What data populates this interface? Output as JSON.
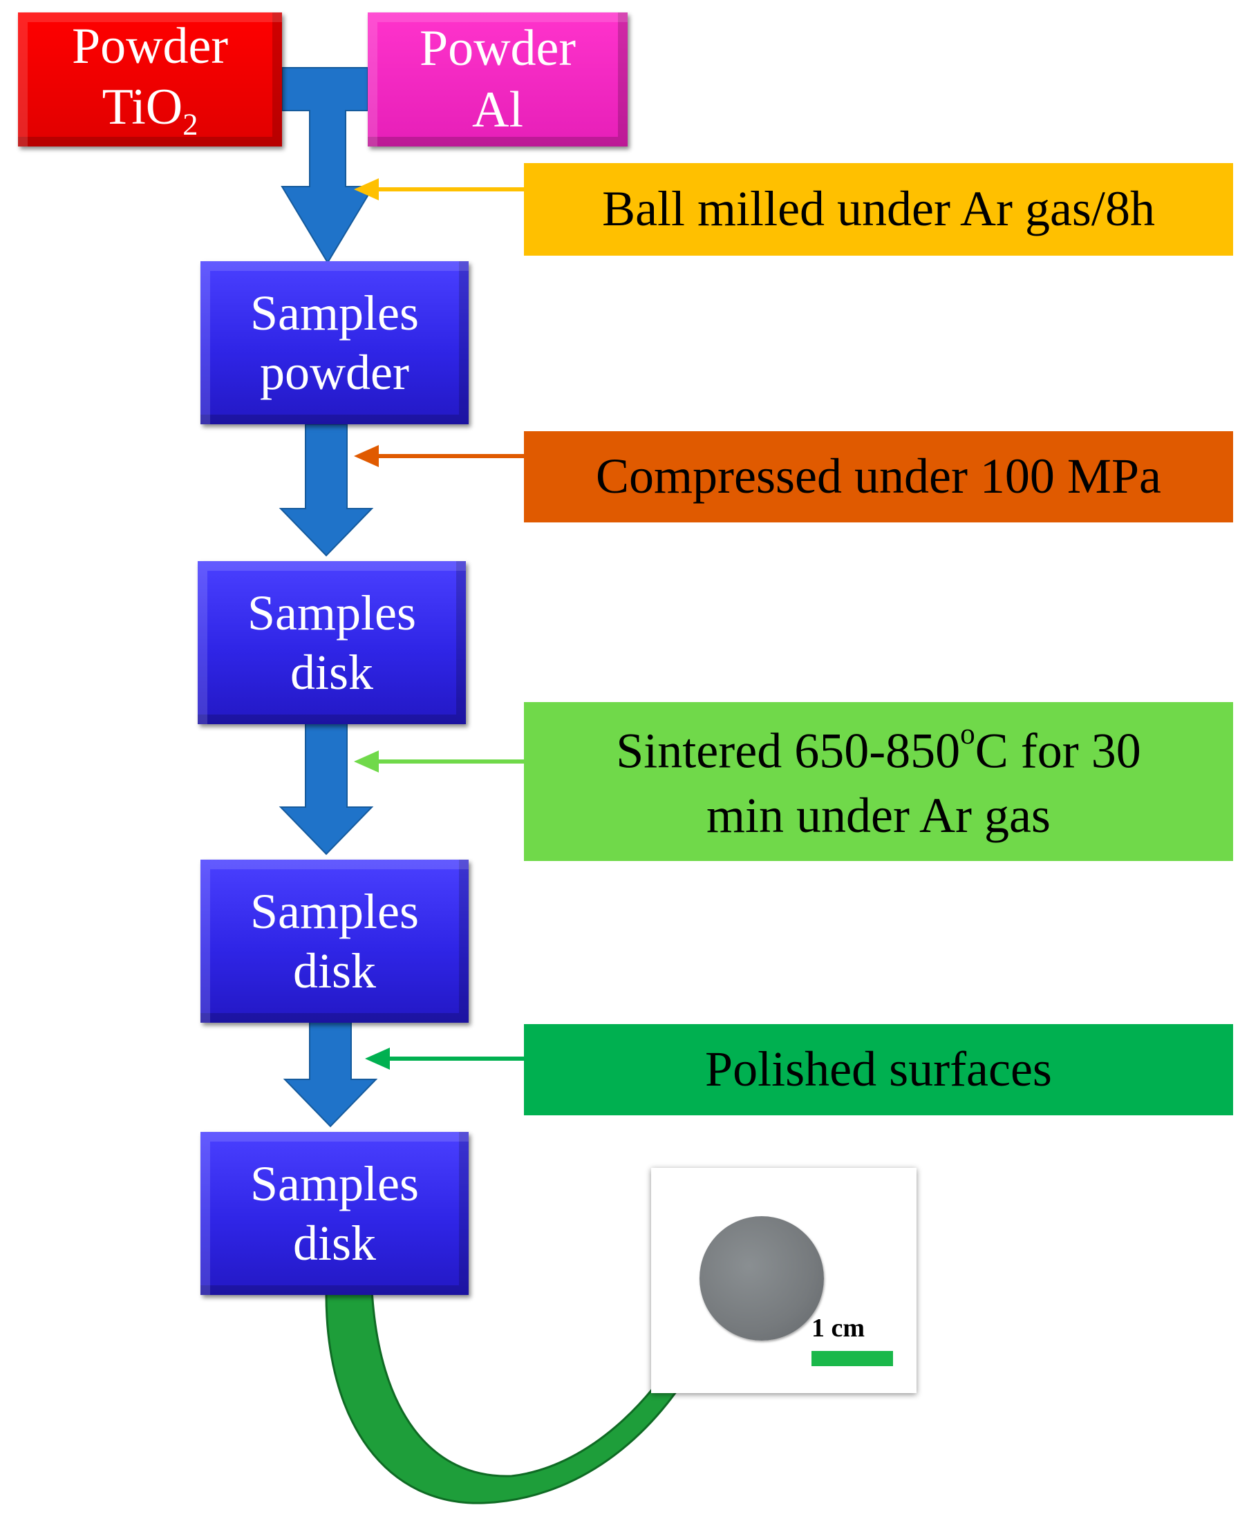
{
  "powder_tio2": {
    "line1": "Powder",
    "line2": "TiO",
    "line2_sub": "2",
    "color": "#ff0000"
  },
  "powder_al": {
    "line1": "Powder",
    "line2": "Al",
    "color": "#ff33cc"
  },
  "samples": [
    {
      "line1": "Samples",
      "line2": "powder"
    },
    {
      "line1": "Samples",
      "line2": "disk"
    },
    {
      "line1": "Samples",
      "line2": "disk"
    },
    {
      "line1": "Samples",
      "line2": "disk"
    }
  ],
  "steps": [
    {
      "line1": "Ball milled under Ar gas/8h",
      "color": "#ffc000"
    },
    {
      "line1": "Compressed under 100 MPa",
      "color": "#e05a00"
    },
    {
      "line1_pre": "Sintered 650-850",
      "line1_sup": "o",
      "line1_post": "C for 30",
      "line2": "min under Ar gas",
      "color": "#70d94a"
    },
    {
      "line1": "Polished surfaces",
      "color": "#00b050"
    }
  ],
  "photo": {
    "scale_label": "1 cm"
  },
  "colors": {
    "flow_arrow": "#1f73c9",
    "curved_arrow": "#1e9e3a"
  }
}
